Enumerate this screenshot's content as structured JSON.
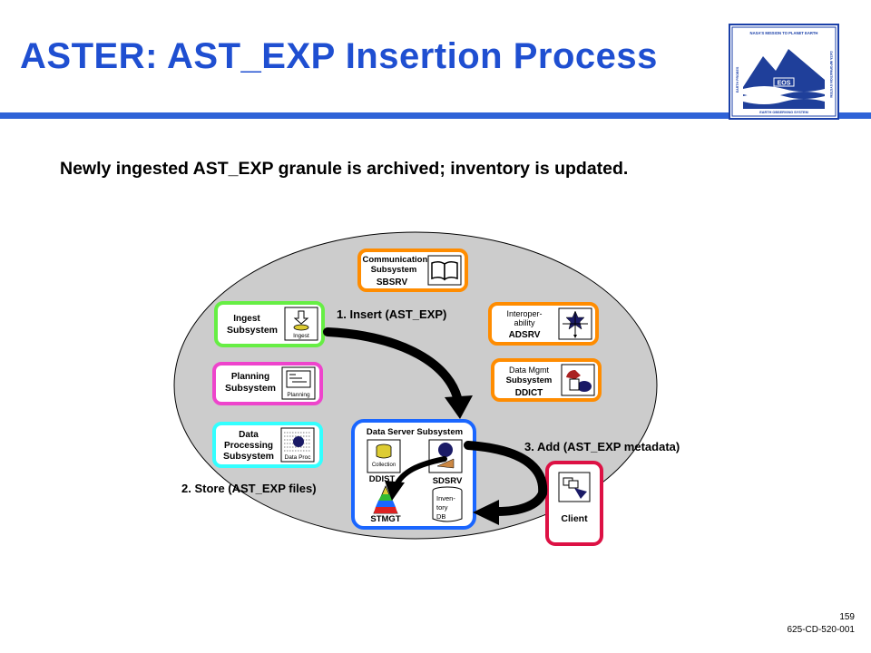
{
  "title": "ASTER:  AST_EXP Insertion Process",
  "subtitle": "Newly ingested AST_EXP granule is archived; inventory is updated.",
  "logo": {
    "top_text": "NASA'S MISSION TO PLANET EARTH",
    "side_left": "EARTH PROBES",
    "side_right": "DATA INFORMATION SYSTEM",
    "badge": "EOS",
    "bottom_text": "EARTH OBSERVING SYSTEM"
  },
  "footer": {
    "page": "159",
    "doc_id": "625-CD-520-001"
  },
  "subsystems": {
    "communications": {
      "line1": "Communications",
      "line2": "Subsystem",
      "line3": "SBSRV"
    },
    "interoperability": {
      "line1": "Interoper-",
      "line2": "ability",
      "line3": "ADSRV"
    },
    "data_mgmt": {
      "line1": "Data Mgmt",
      "line2": "Subsystem",
      "line3": "DDICT"
    },
    "ingest": {
      "line1": "Ingest",
      "line2": "Subsystem",
      "icon_label": "Ingest"
    },
    "planning": {
      "line1": "Planning",
      "line2": "Subsystem",
      "icon_label": "Planning"
    },
    "data_processing": {
      "line1": "Data",
      "line2": "Processing",
      "line3": "Subsystem",
      "icon_label": "Data Proc"
    },
    "data_server": {
      "title": "Data Server Subsystem",
      "ddsrv": "DDIST",
      "collection_label": "Collection",
      "sdsrv": "SDSRV",
      "stmgt": "STMGT",
      "inventory_line1": "Inven-",
      "inventory_line2": "tory",
      "inventory_line3": "DB"
    },
    "client": {
      "label": "Client"
    }
  },
  "steps": {
    "step1": "1. Insert (AST_EXP)",
    "step2": "2. Store (AST_EXP files)",
    "step3": "3. Add (AST_EXP metadata)"
  },
  "colors": {
    "title_blue": "#1f4fd1",
    "ellipse_fill": "#cccccc",
    "orange": "#ff8c00",
    "green": "#66ee44",
    "magenta": "#ee44cc",
    "cyan": "#33ffff",
    "blue": "#1a66ff",
    "red": "#dd1144"
  }
}
